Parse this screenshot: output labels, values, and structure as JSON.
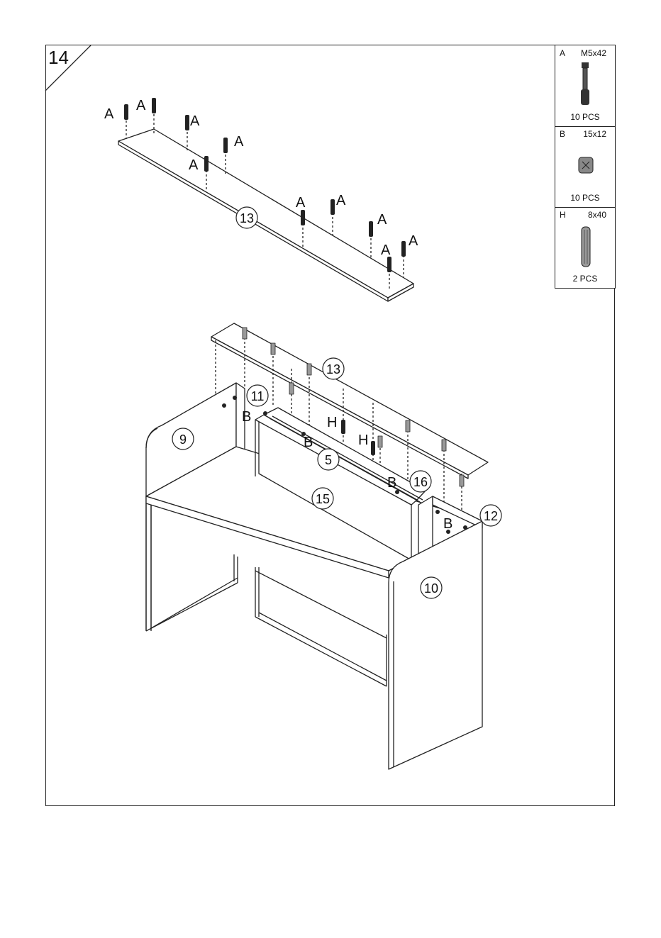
{
  "step": {
    "number": "14"
  },
  "legend": [
    {
      "letter": "A",
      "size": "M5x42",
      "qty": "10  PCS",
      "icon": "cam-bolt-icon"
    },
    {
      "letter": "B",
      "size": "15x12",
      "qty": "10  PCS",
      "icon": "cam-lock-icon"
    },
    {
      "letter": "H",
      "size": "8x40",
      "qty": "2 PCS",
      "icon": "wooden-dowel-icon"
    }
  ],
  "callouts": {
    "top_panel": "13",
    "bottom_top_panel": "13",
    "left_side": "9",
    "right_side": "10",
    "left_post": "11",
    "right_post": "12",
    "rail": "5",
    "front_panel": "15",
    "small_part": "16"
  },
  "fastener_labels": {
    "a": "A",
    "b": "B",
    "h": "H"
  },
  "colors": {
    "line": "#222222",
    "background": "#ffffff"
  }
}
